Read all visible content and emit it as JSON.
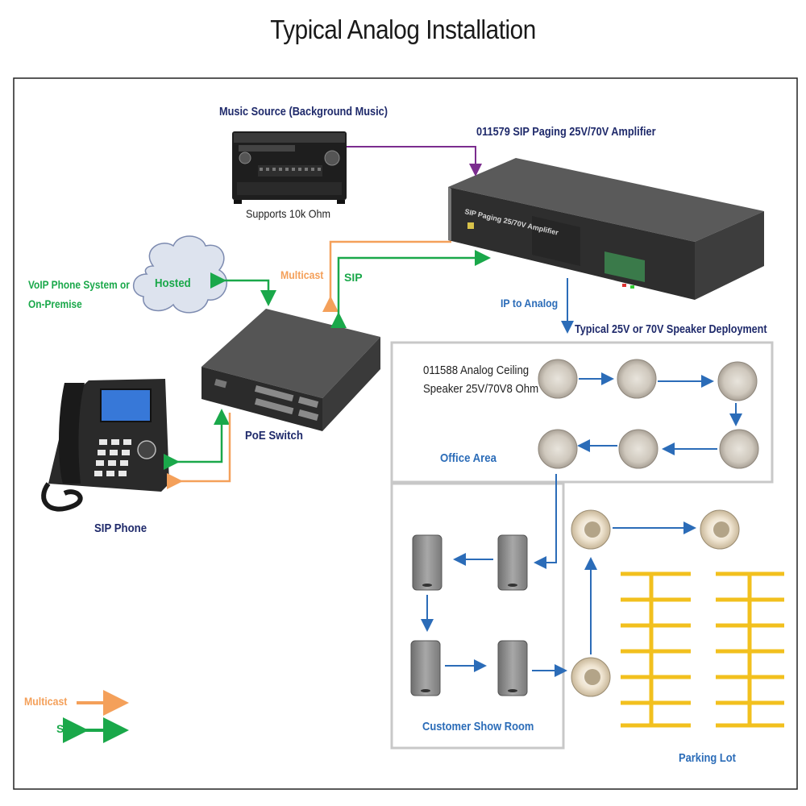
{
  "title": "Typical Analog Installation",
  "labels": {
    "music_source": "Music Source (Background Music)",
    "amplifier": "011579 SIP Paging 25V/70V Amplifier",
    "amp_face_text": "SIP Paging 25/70V Amplifier",
    "supports": "Supports 10k Ohm",
    "voip_line1": "VoIP Phone System  or",
    "voip_line2": "On-Premise",
    "hosted": "Hosted",
    "multicast": "Multicast",
    "sip": "SIP",
    "ip_to_analog": "IP to Analog",
    "speaker_deployment": "Typical 25V or 70V Speaker Deployment",
    "ceiling_line1": "011588 Analog Ceiling",
    "ceiling_line2": "Speaker 25V/70V8 Ohm",
    "office_area": "Office Area",
    "poe_switch": "PoE Switch",
    "sip_phone": "SIP Phone",
    "customer_show_room": "Customer Show Room",
    "parking_lot": "Parking Lot"
  },
  "legend": {
    "multicast": "Multicast",
    "sip": "SIP"
  },
  "colors": {
    "purple": "#7b2d8e",
    "orange": "#f4a05a",
    "green": "#1aa84a",
    "blue": "#2b6cb8",
    "navy": "#1f2a6b",
    "parking": "#f2c01e",
    "box": "#c8c8c8"
  }
}
